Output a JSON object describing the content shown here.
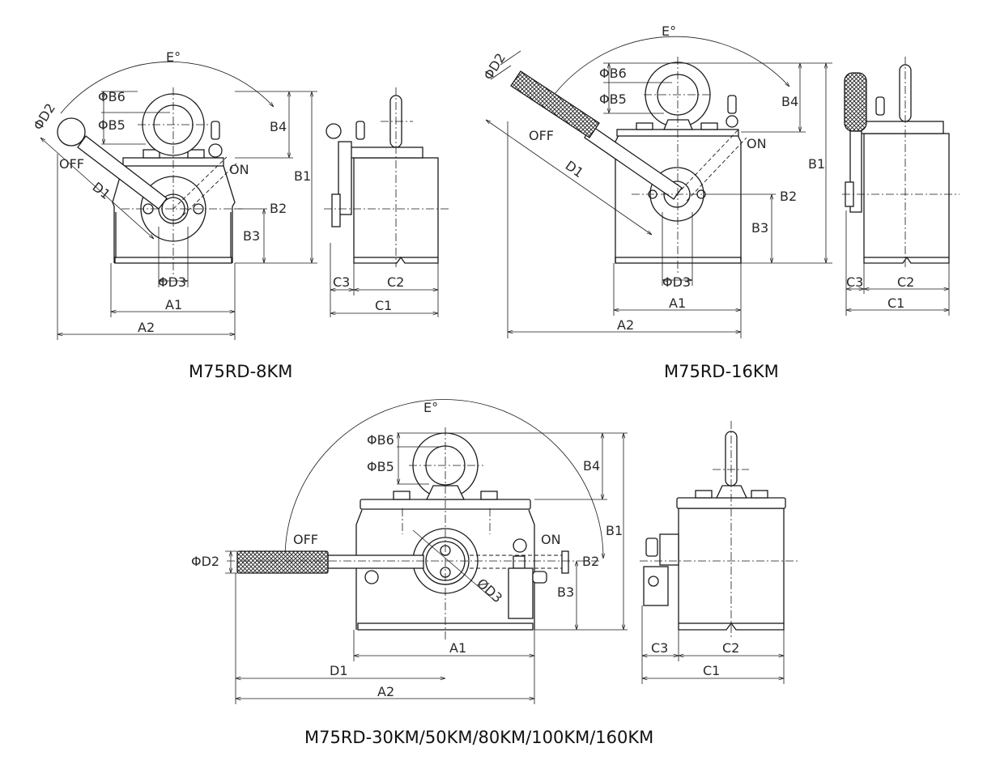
{
  "drawings": [
    {
      "title": "M75RD-8KM",
      "labels": {
        "E": "E°",
        "B6": "ΦB6",
        "B5": "ΦB5",
        "D2": "ΦD2",
        "OFF": "OFF",
        "ON": "ON",
        "D1": "D1",
        "B4": "B4",
        "B1": "B1",
        "B2": "B2",
        "B3": "B3",
        "D3": "ΦD3",
        "A1": "A1",
        "A2": "A2",
        "C3": "C3",
        "C2": "C2",
        "C1": "C1"
      }
    },
    {
      "title": "M75RD-16KM",
      "labels": {
        "E": "E°",
        "B6": "ΦB6",
        "B5": "ΦB5",
        "D2": "ΦD2",
        "OFF": "OFF",
        "ON": "ON",
        "D1": "D1",
        "B4": "B4",
        "B1": "B1",
        "B2": "B2",
        "B3": "B3",
        "D3": "ΦD3",
        "A1": "A1",
        "A2": "A2",
        "C3": "C3",
        "C2": "C2",
        "C1": "C1"
      }
    },
    {
      "title": "M75RD-30KM/50KM/80KM/100KM/160KM",
      "labels": {
        "E": "E°",
        "B6": "ΦB6",
        "B5": "ΦB5",
        "D2": "ΦD2",
        "OFF": "OFF",
        "ON": "ON",
        "D1": "D1",
        "B4": "B4",
        "B1": "B1",
        "B2": "B2",
        "B3": "B3",
        "D3": "ØD3",
        "A1": "A1",
        "A2": "A2",
        "C3": "C3",
        "C2": "C2",
        "C1": "C1"
      }
    }
  ]
}
